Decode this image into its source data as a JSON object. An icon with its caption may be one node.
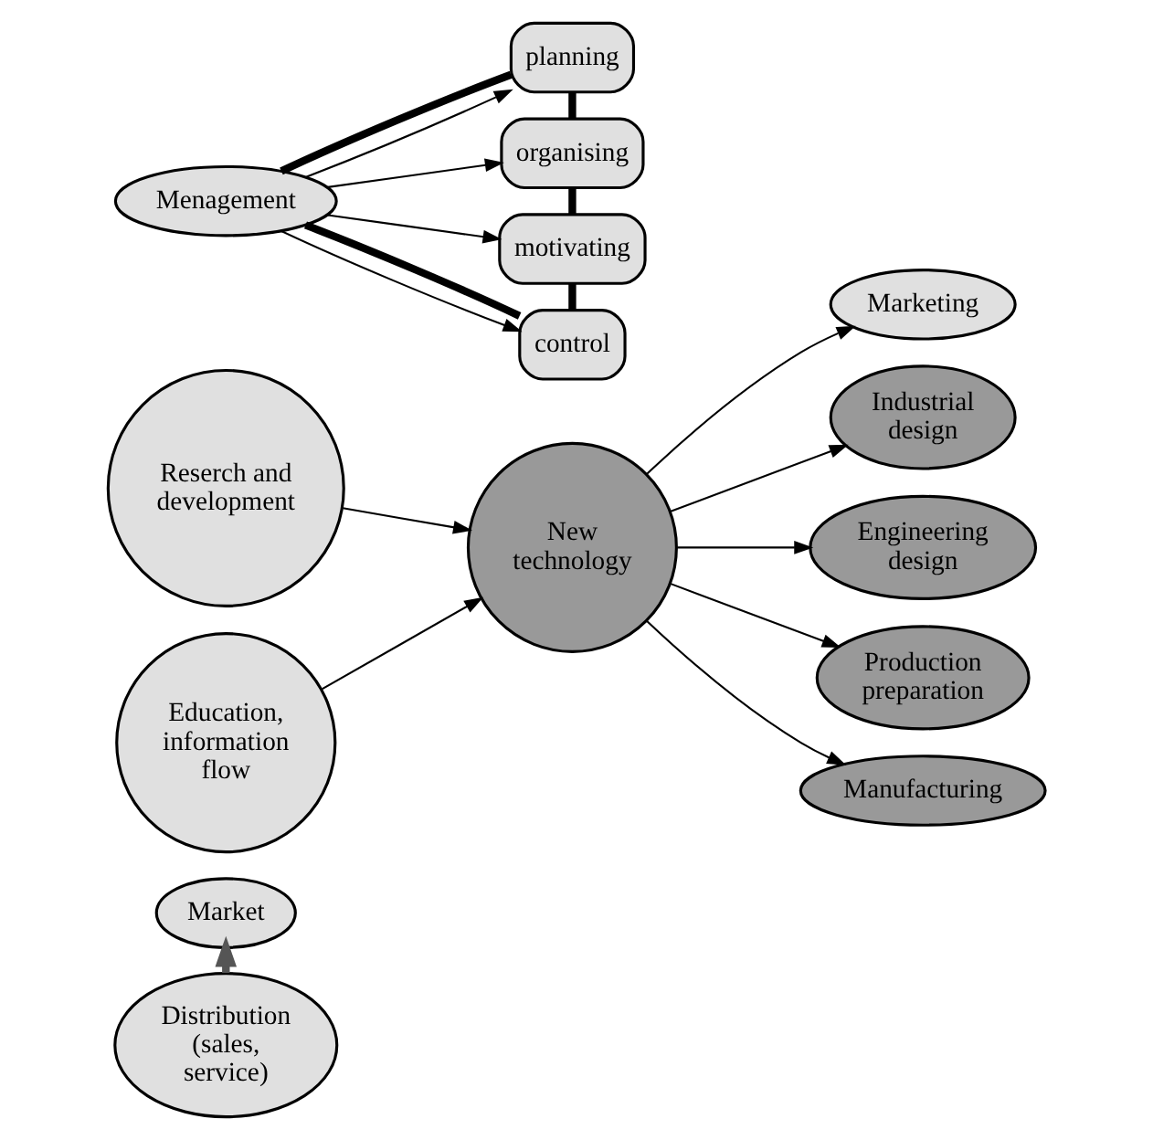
{
  "diagram": {
    "nodes": [
      {
        "text": [
          "Market"
        ]
      },
      {
        "text": [
          "Marketing"
        ]
      },
      {
        "text": [
          "Industrial design"
        ]
      },
      {
        "text": [
          "Engineering design"
        ]
      },
      {
        "text": [
          "Production preparation"
        ]
      },
      {
        "text": [
          "Manufacturing"
        ]
      },
      {
        "text": [
          "Distribution (sales, service)"
        ]
      },
      {
        "text": [
          "Reserch and development"
        ]
      },
      {
        "text": [
          "New technology"
        ]
      },
      {
        "text": [
          "Education, information flow"
        ]
      },
      {
        "text": [
          "Menagement"
        ]
      },
      {
        "text": [
          "planning"
        ]
      },
      {
        "text": [
          "organising"
        ]
      },
      {
        "text": [
          "motivating"
        ]
      },
      {
        "text": [
          "control"
        ]
      }
    ],
    "edges": [
      {
        "from": 6,
        "to": 0,
        "arrow": "to",
        "style": "thick",
        "color": "#555555"
      },
      {
        "from": 7,
        "to": 8,
        "arrow": "to"
      },
      {
        "from": 9,
        "to": 8,
        "arrow": "to"
      },
      {
        "from": 8,
        "to": 1,
        "arrow": "to"
      },
      {
        "from": 8,
        "to": 2,
        "arrow": "to"
      },
      {
        "from": 8,
        "to": 3,
        "arrow": "to"
      },
      {
        "from": 8,
        "to": 4,
        "arrow": "to"
      },
      {
        "from": 8,
        "to": 5,
        "arrow": "to"
      },
      {
        "from": 10,
        "to": 11,
        "arrow": "to"
      },
      {
        "from": 10,
        "to": 12,
        "arrow": "to"
      },
      {
        "from": 10,
        "to": 13,
        "arrow": "to"
      },
      {
        "from": 10,
        "to": 14,
        "arrow": "to"
      },
      {
        "from": 10,
        "to": 11,
        "arrow": "none",
        "style": "thick"
      },
      {
        "from": 11,
        "to": 12,
        "arrow": "none",
        "style": "thick"
      },
      {
        "from": 12,
        "to": 13,
        "arrow": "none",
        "style": "thick"
      },
      {
        "from": 13,
        "to": 14,
        "arrow": "none",
        "style": "thick"
      },
      {
        "from": 14,
        "to": 10,
        "arrow": "none",
        "style": "thick"
      }
    ]
  }
}
